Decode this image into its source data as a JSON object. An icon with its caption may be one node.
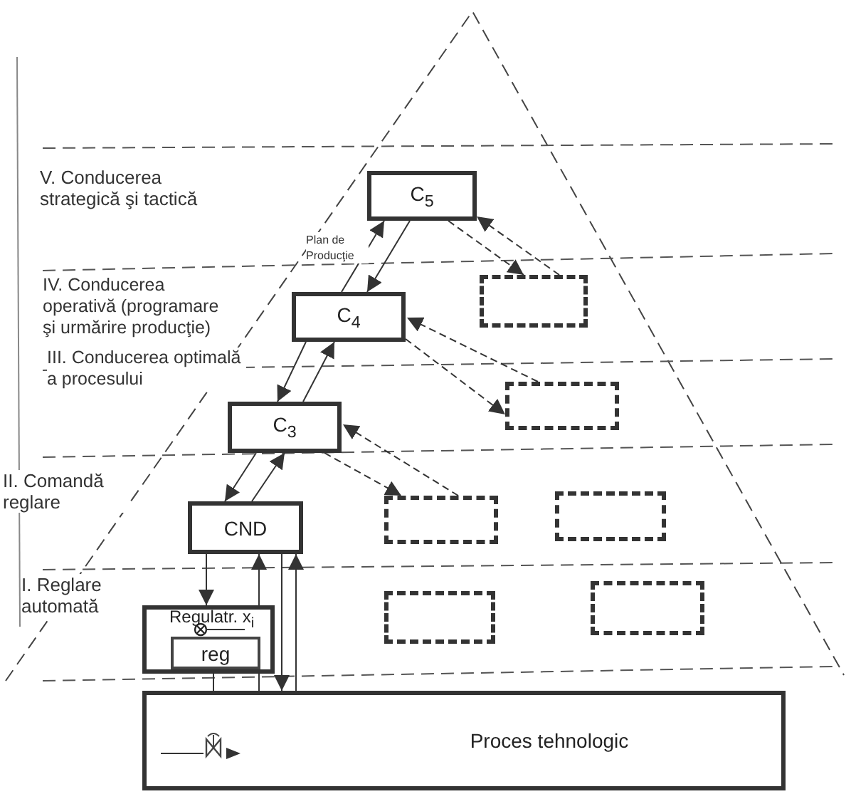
{
  "diagram": {
    "nodes": [
      {
        "text": [
          "C$_{5}$"
        ]
      },
      {
        "text": [
          "C$_{4}$"
        ]
      },
      {
        "text": [
          "C$_{3}$"
        ]
      },
      {
        "text": [
          "CND"
        ]
      },
      {
        "text": [
          "Regulatr. x$_{i}$"
        ]
      },
      {
        "text": [
          "reg"
        ],
        "in": 4
      },
      {
        "text": [
          "Proces tehnologic"
        ]
      },
      {
        "text": [],
        "shape": "box"
      },
      {
        "text": [],
        "shape": "box"
      },
      {
        "text": [],
        "shape": "box"
      },
      {
        "text": [],
        "shape": "box"
      },
      {
        "text": [],
        "shape": "box"
      },
      {
        "text": [],
        "shape": "box"
      },
      {
        "text": [],
        "shape": "valve",
        "in": 6
      }
    ],
    "edges": [
      {
        "from": 1,
        "to": 0,
        "arrow": "to"
      },
      {
        "from": 0,
        "to": 1,
        "arrow": "to"
      },
      {
        "from": 0,
        "to": 7,
        "arrow": "to",
        "style": "dashed"
      },
      {
        "from": 7,
        "to": 0,
        "arrow": "to",
        "style": "dashed"
      },
      {
        "from": 1,
        "to": 2,
        "arrow": "to"
      },
      {
        "from": 2,
        "to": 1,
        "arrow": "to"
      },
      {
        "from": 1,
        "to": 8,
        "arrow": "to",
        "style": "dashed"
      },
      {
        "from": 8,
        "to": 1,
        "arrow": "to",
        "style": "dashed"
      },
      {
        "from": 2,
        "to": 3,
        "arrow": "to"
      },
      {
        "from": 3,
        "to": 2,
        "arrow": "to"
      },
      {
        "from": 2,
        "to": 9,
        "arrow": "to",
        "style": "dashed"
      },
      {
        "from": 9,
        "to": 2,
        "arrow": "to",
        "style": "dashed"
      },
      {
        "from": 3,
        "to": 4,
        "arrow": "to"
      },
      {
        "from": 6,
        "to": 3,
        "arrow": "to"
      },
      {
        "from": 3,
        "to": 6,
        "arrow": "to"
      },
      {
        "from": 6,
        "to": 3,
        "arrow": "to"
      },
      {
        "from": 4,
        "to": 13,
        "arrow": "to"
      }
    ],
    "labels": [
      "V. Conducerea strategică şi tactică",
      "Plan de Producţie",
      "IV. Conducerea operativă (programare şi urmărire producţie)",
      "III. Conducerea optimală a procesului",
      "II. Comandă reglare",
      "I. Reglare automată"
    ]
  }
}
